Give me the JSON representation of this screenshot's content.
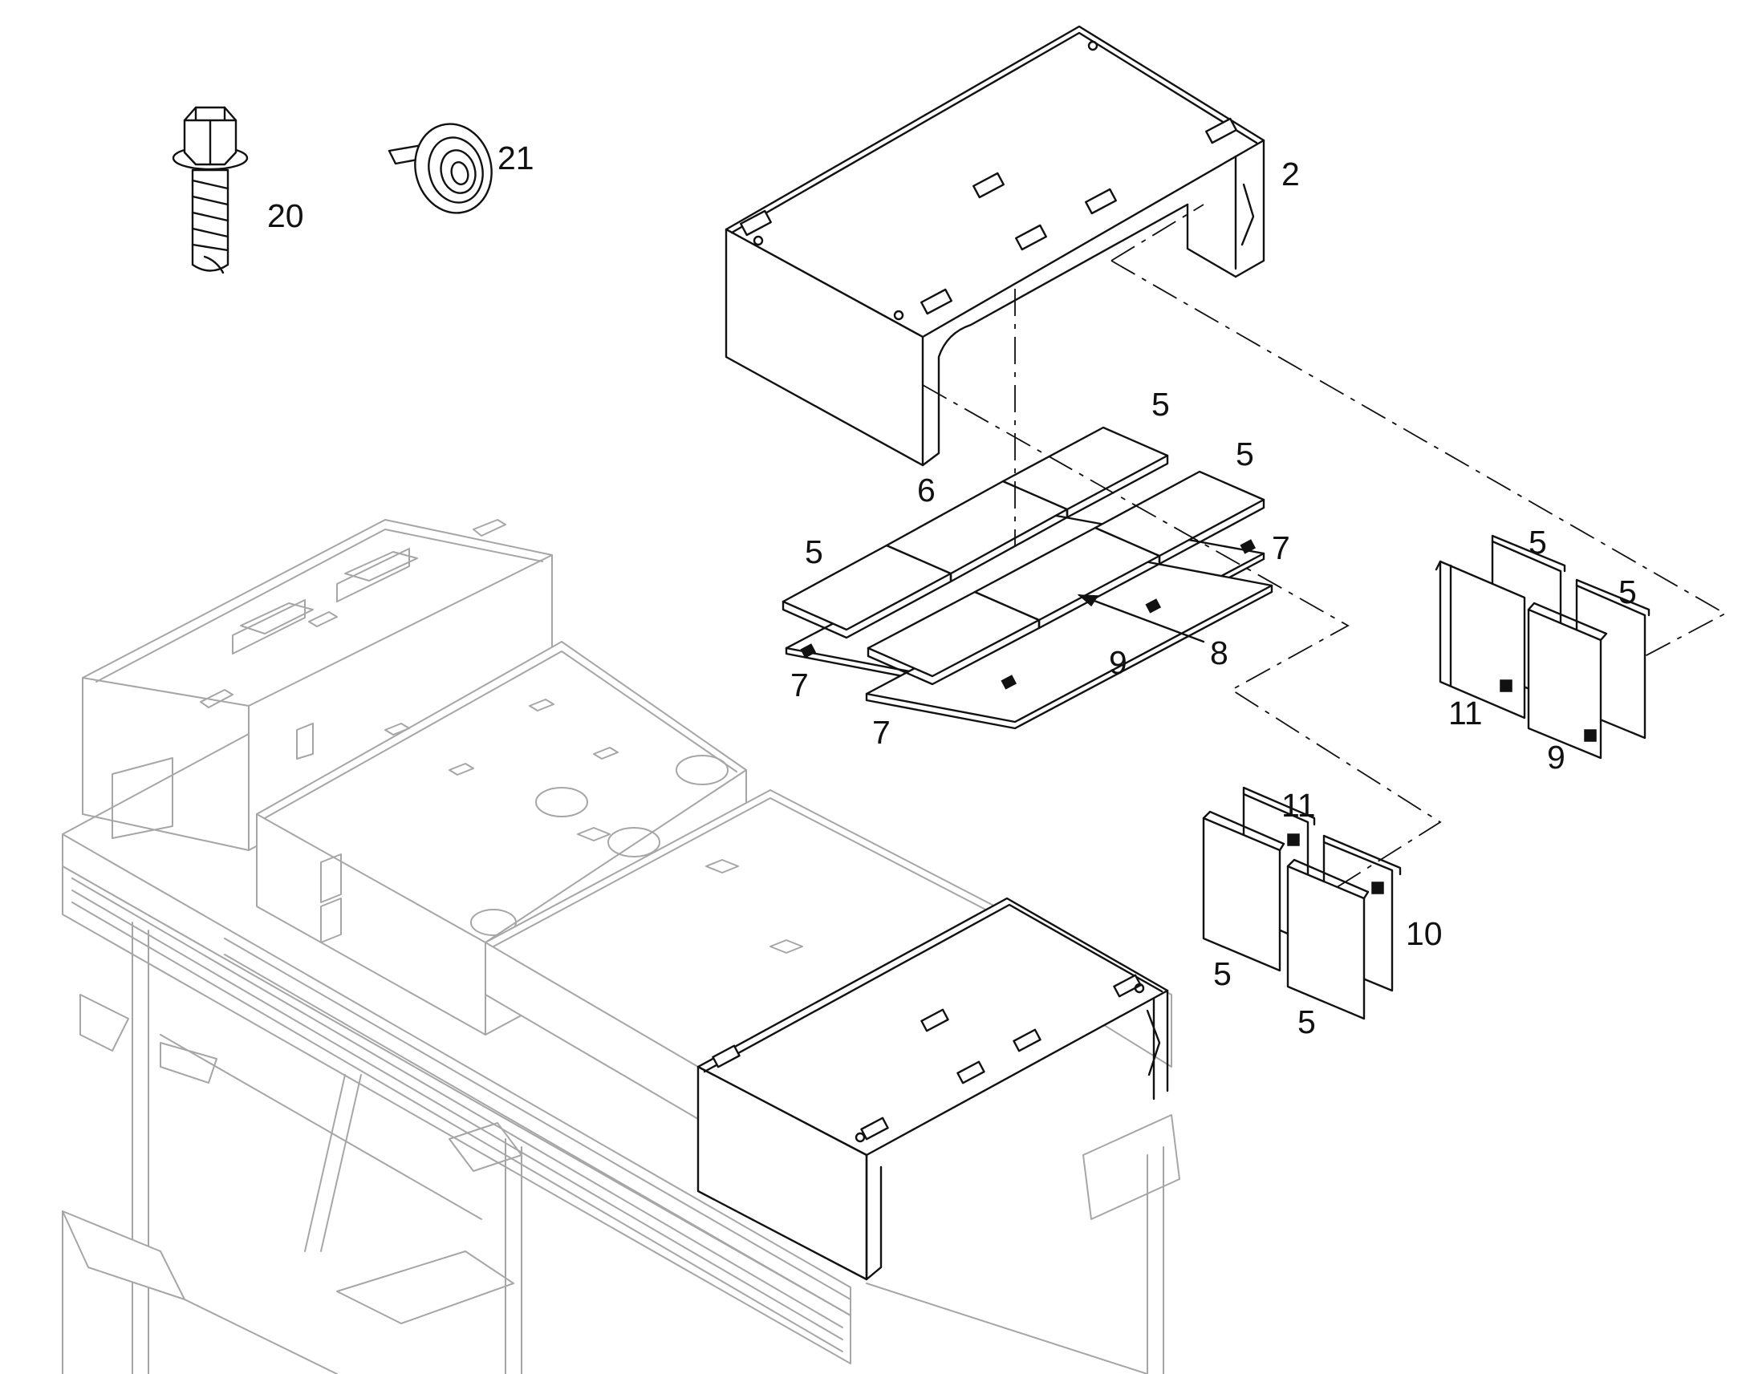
{
  "callouts": [
    {
      "id": "c-2",
      "text": "2"
    },
    {
      "id": "c-5a",
      "text": "5"
    },
    {
      "id": "c-5b",
      "text": "5"
    },
    {
      "id": "c-5c",
      "text": "5"
    },
    {
      "id": "c-5d",
      "text": "5"
    },
    {
      "id": "c-5e",
      "text": "5"
    },
    {
      "id": "c-5f",
      "text": "5"
    },
    {
      "id": "c-5g",
      "text": "5"
    },
    {
      "id": "c-6",
      "text": "6"
    },
    {
      "id": "c-7a",
      "text": "7"
    },
    {
      "id": "c-7b",
      "text": "7"
    },
    {
      "id": "c-7c",
      "text": "7"
    },
    {
      "id": "c-8",
      "text": "8"
    },
    {
      "id": "c-9a",
      "text": "9"
    },
    {
      "id": "c-9b",
      "text": "9"
    },
    {
      "id": "c-10",
      "text": "10"
    },
    {
      "id": "c-11a",
      "text": "11"
    },
    {
      "id": "c-11b",
      "text": "11"
    },
    {
      "id": "c-20",
      "text": "20"
    },
    {
      "id": "c-21",
      "text": "21"
    }
  ],
  "colors": {
    "ink": "#111111",
    "ghost": "#a6a6a6",
    "paper": "#ffffff"
  }
}
